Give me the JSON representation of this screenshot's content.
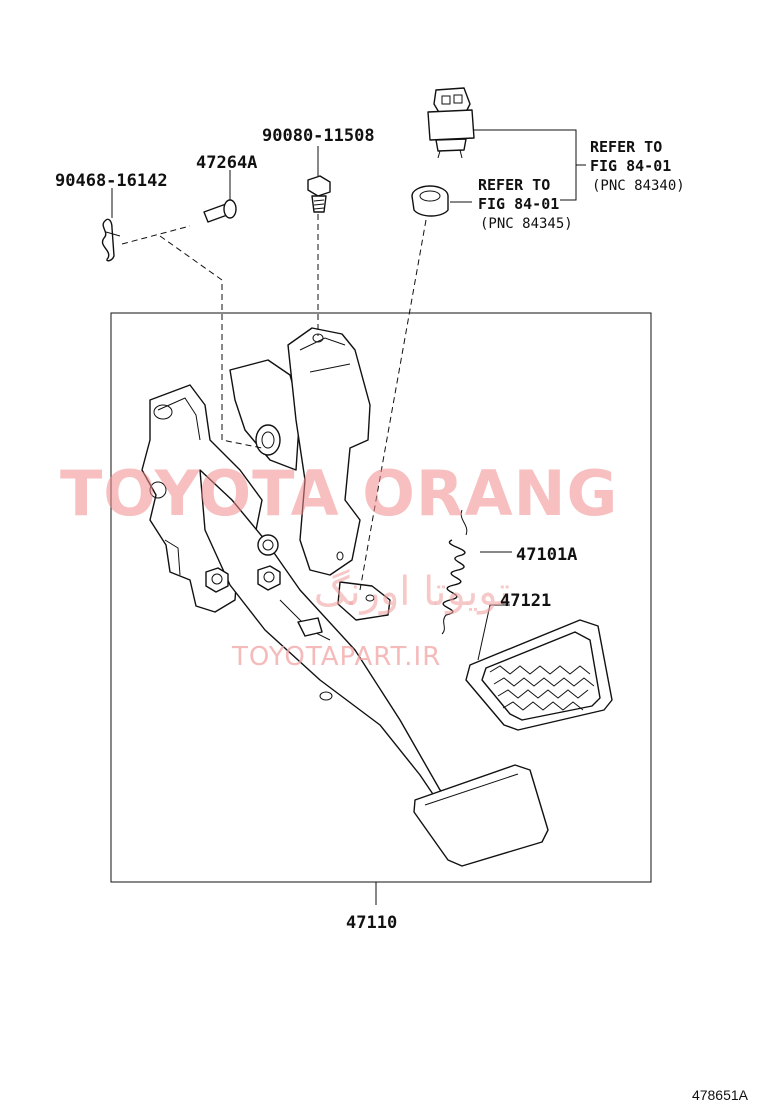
{
  "parts": {
    "clip": "90468-16142",
    "pin": "47264A",
    "bolt": "90080-11508",
    "spring": "47101A",
    "pad": "47121",
    "pedal_assy": "47110"
  },
  "refer_switch": {
    "line1": "REFER TO",
    "line2": "FIG 84-01",
    "line3": "(PNC 84340)"
  },
  "refer_cushion": {
    "line1": "REFER TO",
    "line2": "FIG 84-01",
    "line3": "(PNC 84345)"
  },
  "watermark": {
    "main": "TOYOTA ORANG",
    "persian": "تویوتا اورنگ",
    "sub": "TOYOTAPART.IR",
    "color": "#f08a8a"
  },
  "figure_id": "478651A"
}
